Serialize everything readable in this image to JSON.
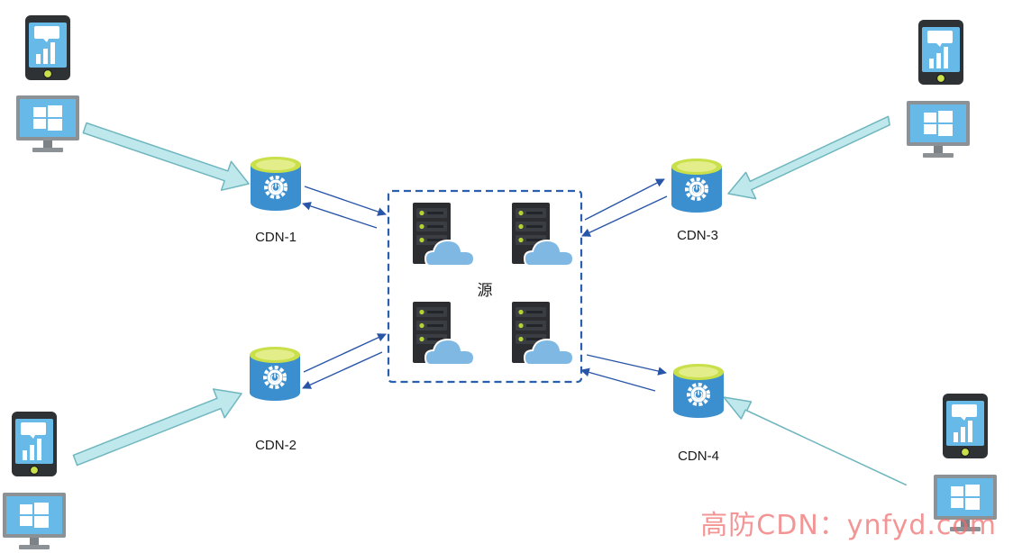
{
  "cdn_nodes": [
    {
      "label": "CDN-1"
    },
    {
      "label": "CDN-2"
    },
    {
      "label": "CDN-3"
    },
    {
      "label": "CDN-4"
    }
  ],
  "origin": {
    "label": "源"
  },
  "watermark": "高防CDN：ynfyd.com",
  "icons": {
    "client_phone": "smartphone-icon",
    "client_desktop": "windows-desktop-icon",
    "cdn": "database-gear-icon",
    "origin_server": "server-cloud-icon"
  },
  "colors": {
    "flow_arrow_fill": "#bfe8ec",
    "flow_arrow_stroke": "#6fb6bf",
    "link_arrow": "#2855a8",
    "origin_border": "#2a5fad",
    "cdn_body": "#3c8fcf",
    "cdn_top": "#c9e04a",
    "device_screen": "#67b9e8",
    "server_body": "#2b2d30",
    "server_led": "#b5d334",
    "cloud": "#7fb8e3"
  }
}
